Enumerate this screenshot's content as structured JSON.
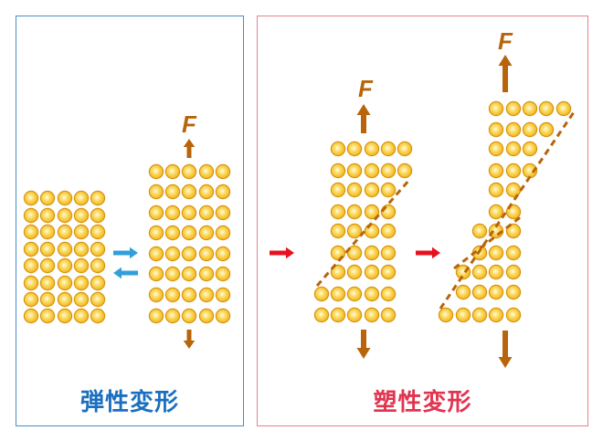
{
  "elastic": {
    "title": "弾性変形",
    "force_label": "F",
    "color": "#1a6fc0"
  },
  "plastic": {
    "title": "塑性変形",
    "force_label": "F",
    "force_label_2": "F",
    "color": "#e2344f"
  },
  "colors": {
    "atom": "#f5c030",
    "force_arrow": "#b8640a",
    "reversible_arrow": "#2fa0dc",
    "process_arrow": "#e8101e"
  }
}
